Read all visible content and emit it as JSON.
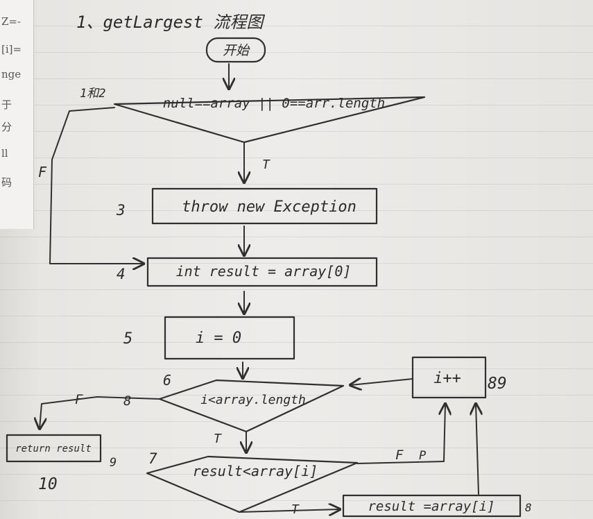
{
  "margin_fragments": [
    "Z=-",
    "[i]=",
    "nge",
    "于",
    "分",
    "ll",
    "码"
  ],
  "title": "1、getLargest 流程图",
  "start_label": "开始",
  "decision1": {
    "node": "1和2",
    "text": "null==array || 0==arr.length"
  },
  "true_label": "T",
  "false_label": "F",
  "process3": {
    "node": "3",
    "text": "throw new Exception"
  },
  "process4": {
    "node": "4",
    "text": "int result = array[0]"
  },
  "process5": {
    "node": "5",
    "text": "i = 0"
  },
  "decision6": {
    "node": "6",
    "text": "i<array.length",
    "false_mark": "8"
  },
  "increment": {
    "text": "i++",
    "node": "89"
  },
  "return_box": {
    "text": "return result",
    "node": "10",
    "mark": "9"
  },
  "decision7": {
    "node": "7",
    "text": "result<array[i]",
    "false_mark": "P"
  },
  "process8": {
    "text": "result =array[i]",
    "node": "8"
  },
  "colors": {
    "ink": "#2f2f2f",
    "paper": "#e9e7e4"
  }
}
